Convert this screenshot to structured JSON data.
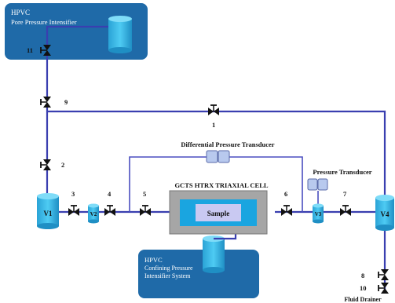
{
  "diagram": {
    "top_box": {
      "line1": "HPVC",
      "line2": "Pore Pressure Intensifier"
    },
    "bottom_box": {
      "line1": "HPVC",
      "line2": "Confining Pressure",
      "line3": "Intensifier System"
    },
    "cell_title": "GCTS HTRX TRIAXIAL CELL",
    "sample": "Sample",
    "diff_transducer": "Differential Pressure Transducer",
    "pressure_transducer": "Pressure Transducer",
    "fluid_drainer": "Fluid Drainer",
    "vessels": {
      "v1": "V1",
      "v2": "V2",
      "v3": "V3",
      "v4": "V4"
    },
    "valves": {
      "v1": "1",
      "v2": "2",
      "v3": "3",
      "v4": "4",
      "v5": "5",
      "v6": "6",
      "v7": "7",
      "v8": "8",
      "v9": "9",
      "v10": "10",
      "v11": "11"
    }
  },
  "colors": {
    "box_fill": "#1f6aa8",
    "cylinder": "#29b6e8",
    "pipe": "#3a3fb0",
    "cell_outer": "#a6a6a6",
    "cell_inner": "#1aa5e0",
    "sample": "#c9c9f2"
  }
}
